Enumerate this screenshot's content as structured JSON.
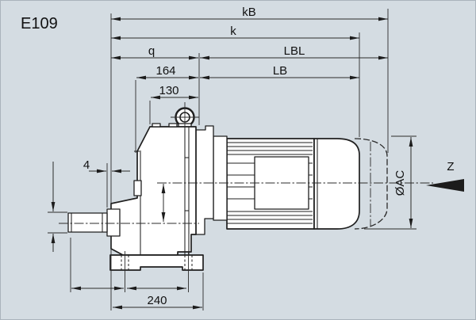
{
  "colors": {
    "background": "#d4dce2",
    "line": "#1f1f1f",
    "fill": "#ffffff",
    "text": "#111111"
  },
  "figure": {
    "code": "E109",
    "kind": "gearmotor-dimension-drawing"
  },
  "drawing": {
    "labels": {
      "kB": "kB",
      "k": "k",
      "q": "q",
      "LBL": "LBL",
      "len164": "164",
      "LB": "LB",
      "len130": "130",
      "gap4": "4",
      "diaAC": "ØAC",
      "len240": "240",
      "viewZ": "Z"
    }
  }
}
